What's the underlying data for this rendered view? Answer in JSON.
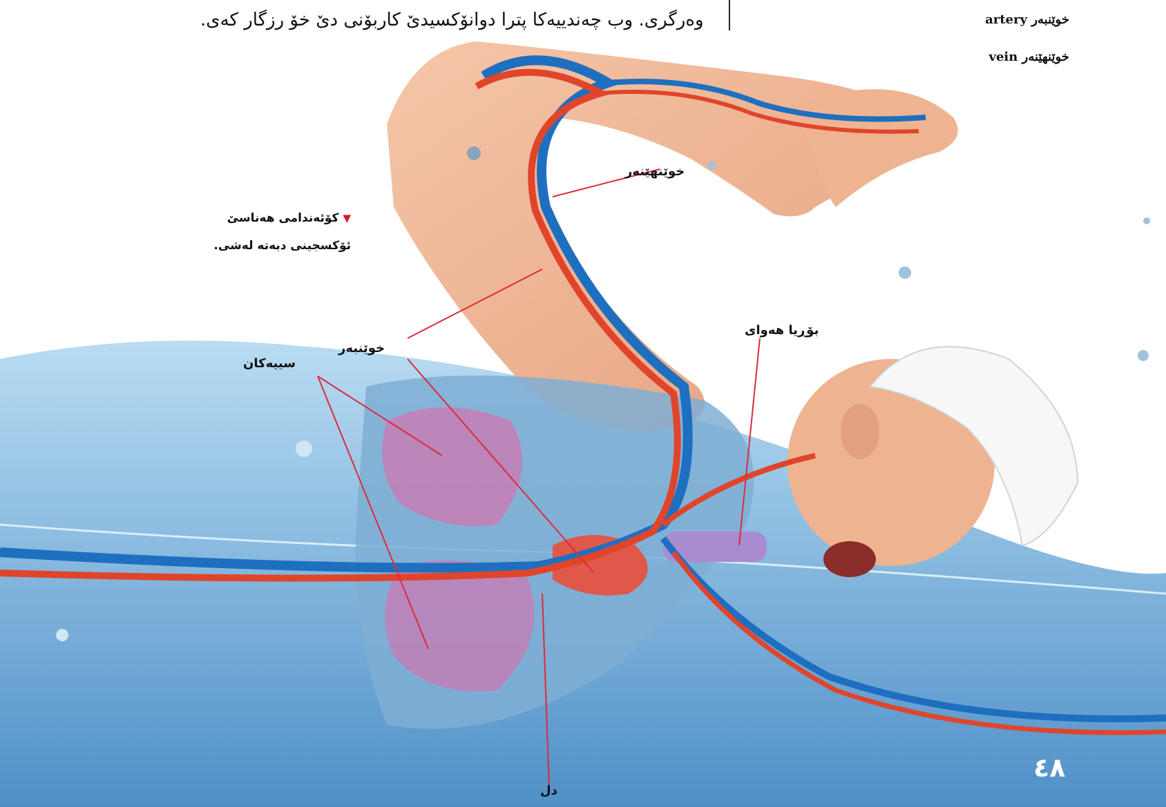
{
  "body_text": "وەرگری. وب چەندییەکا پترا دوانۆکسیدێ کاربۆنی دێ خۆ رزگار کەی.",
  "glossary": [
    {
      "term": "artery",
      "translation": "خوێنبەر"
    },
    {
      "term": "vein",
      "translation": "خوێنهێنەر"
    }
  ],
  "caption": "کۆئەندامی هەناسێ ئۆکسجینی دبەتە لەشی.",
  "labels": {
    "vein": "خوێنهێنەر",
    "artery": "خوێنبەر",
    "lungs": "سییەکان",
    "windpipe": "بۆڕیا هەوای",
    "heart": "دل"
  },
  "page_number": "٤٨",
  "colors": {
    "artery": "#e0452b",
    "vein": "#1e6fc0",
    "water": "#8fc3e6",
    "lungs": "#c97ab3",
    "pointer": "#e0283c"
  }
}
